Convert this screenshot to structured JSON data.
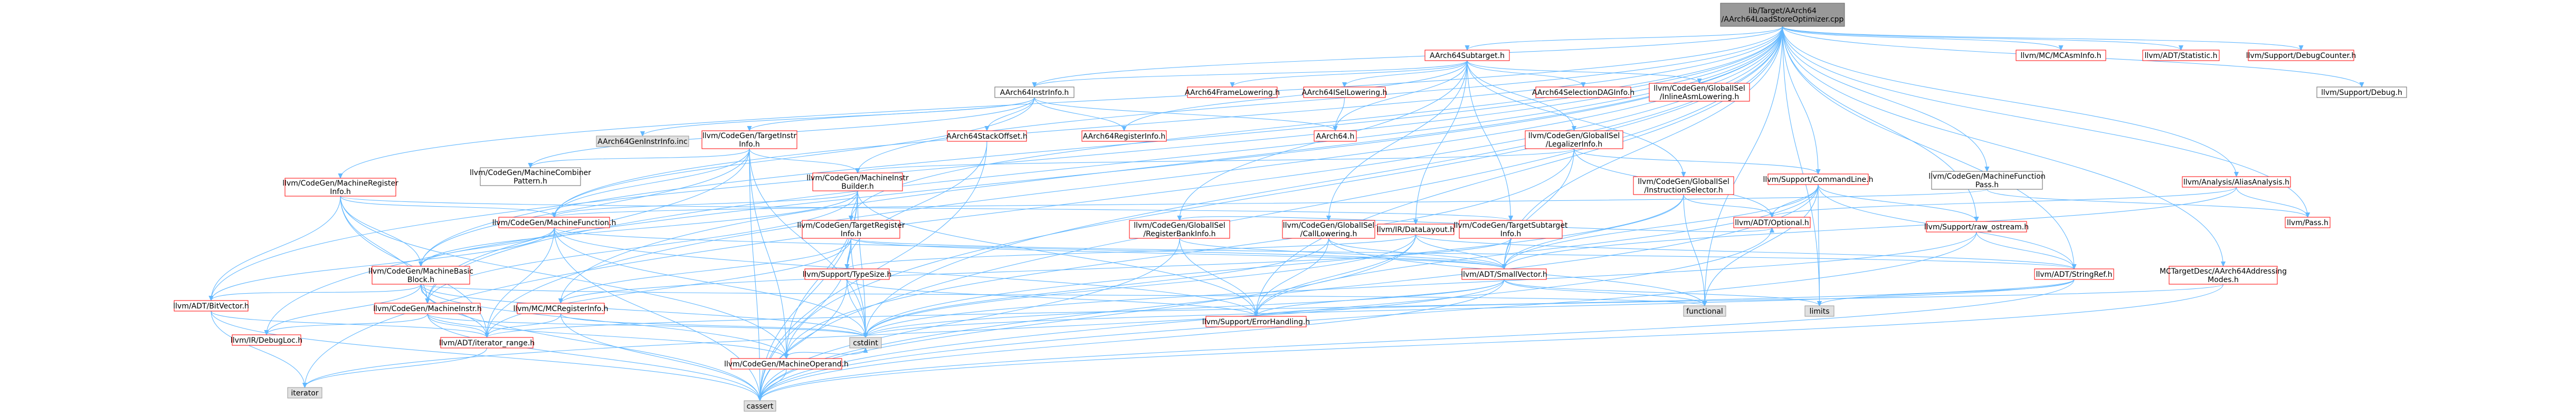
{
  "colors": {
    "edge": "#63b8ff",
    "node_border_red": "#ff0000",
    "node_fill_gray": "#e0e0e0",
    "root_fill": "#999999"
  },
  "nodes": [
    {
      "id": "root",
      "lines": [
        "lib/Target/AArch64",
        "/AArch64LoadStoreOptimizer.cpp"
      ],
      "style": "root"
    },
    {
      "id": "subtarget",
      "lines": [
        "AArch64Subtarget.h"
      ],
      "style": "red"
    },
    {
      "id": "mcasminfo",
      "lines": [
        "llvm/MC/MCAsmInfo.h"
      ],
      "style": "red"
    },
    {
      "id": "statistic",
      "lines": [
        "llvm/ADT/Statistic.h"
      ],
      "style": "red"
    },
    {
      "id": "debugcounter",
      "lines": [
        "llvm/Support/DebugCounter.h"
      ],
      "style": "red"
    },
    {
      "id": "supportdebug",
      "lines": [
        "llvm/Support/Debug.h"
      ],
      "style": "white"
    },
    {
      "id": "instrinfo",
      "lines": [
        "AArch64InstrInfo.h"
      ],
      "style": "white"
    },
    {
      "id": "framelowering",
      "lines": [
        "AArch64FrameLowering.h"
      ],
      "style": "red"
    },
    {
      "id": "isellowering",
      "lines": [
        "AArch64ISelLowering.h"
      ],
      "style": "red"
    },
    {
      "id": "seldag",
      "lines": [
        "AArch64SelectionDAGInfo.h"
      ],
      "style": "red"
    },
    {
      "id": "inlineasm",
      "lines": [
        "llvm/CodeGen/GlobalISel",
        "/InlineAsmLowering.h"
      ],
      "style": "red"
    },
    {
      "id": "geninstrinfo",
      "lines": [
        "AArch64GenInstrInfo.inc"
      ],
      "style": "gray"
    },
    {
      "id": "stackoffset",
      "lines": [
        "AArch64StackOffset.h"
      ],
      "style": "red"
    },
    {
      "id": "reginfo",
      "lines": [
        "AArch64RegisterInfo.h"
      ],
      "style": "red"
    },
    {
      "id": "aarch64h",
      "lines": [
        "AArch64.h"
      ],
      "style": "red"
    },
    {
      "id": "legalizer",
      "lines": [
        "llvm/CodeGen/GlobalISel",
        "/LegalizerInfo.h"
      ],
      "style": "red"
    },
    {
      "id": "tii",
      "lines": [
        "llvm/CodeGen/TargetInstr",
        "Info.h"
      ],
      "style": "red"
    },
    {
      "id": "mri",
      "lines": [
        "llvm/CodeGen/MachineRegister",
        "Info.h"
      ],
      "style": "red"
    },
    {
      "id": "combiner",
      "lines": [
        "llvm/CodeGen/MachineCombiner",
        "Pattern.h"
      ],
      "style": "white"
    },
    {
      "id": "mib",
      "lines": [
        "llvm/CodeGen/MachineInstr",
        "Builder.h"
      ],
      "style": "red"
    },
    {
      "id": "mfpass",
      "lines": [
        "llvm/CodeGen/MachineFunction",
        "Pass.h"
      ],
      "style": "white"
    },
    {
      "id": "cmdline",
      "lines": [
        "llvm/Support/CommandLine.h"
      ],
      "style": "red"
    },
    {
      "id": "isel",
      "lines": [
        "llvm/CodeGen/GlobalISel",
        "/InstructionSelector.h"
      ],
      "style": "red"
    },
    {
      "id": "aliasanalysis",
      "lines": [
        "llvm/Analysis/AliasAnalysis.h"
      ],
      "style": "red"
    },
    {
      "id": "mf",
      "lines": [
        "llvm/CodeGen/MachineFunction.h"
      ],
      "style": "red"
    },
    {
      "id": "tri",
      "lines": [
        "llvm/CodeGen/TargetRegister",
        "Info.h"
      ],
      "style": "red"
    },
    {
      "id": "rbi",
      "lines": [
        "llvm/CodeGen/GlobalISel",
        "/RegisterBankInfo.h"
      ],
      "style": "red"
    },
    {
      "id": "calllowering",
      "lines": [
        "llvm/CodeGen/GlobalISel",
        "/CallLowering.h"
      ],
      "style": "red"
    },
    {
      "id": "datalayout",
      "lines": [
        "llvm/IR/DataLayout.h"
      ],
      "style": "red"
    },
    {
      "id": "tsi",
      "lines": [
        "llvm/CodeGen/TargetSubtarget",
        "Info.h"
      ],
      "style": "red"
    },
    {
      "id": "optional",
      "lines": [
        "llvm/ADT/Optional.h"
      ],
      "style": "red"
    },
    {
      "id": "rawostream",
      "lines": [
        "llvm/Support/raw_ostream.h"
      ],
      "style": "red"
    },
    {
      "id": "pass",
      "lines": [
        "llvm/Pass.h"
      ],
      "style": "red"
    },
    {
      "id": "mbb",
      "lines": [
        "llvm/CodeGen/MachineBasic",
        "Block.h"
      ],
      "style": "red"
    },
    {
      "id": "typesize",
      "lines": [
        "llvm/Support/TypeSize.h"
      ],
      "style": "red"
    },
    {
      "id": "smallvector",
      "lines": [
        "llvm/ADT/SmallVector.h"
      ],
      "style": "red"
    },
    {
      "id": "stringref",
      "lines": [
        "llvm/ADT/StringRef.h"
      ],
      "style": "red"
    },
    {
      "id": "addrmodes",
      "lines": [
        "MCTargetDesc/AArch64Addressing",
        "Modes.h"
      ],
      "style": "red"
    },
    {
      "id": "bitvector",
      "lines": [
        "llvm/ADT/BitVector.h"
      ],
      "style": "red"
    },
    {
      "id": "mi",
      "lines": [
        "llvm/CodeGen/MachineInstr.h"
      ],
      "style": "red"
    },
    {
      "id": "mcreginfo",
      "lines": [
        "llvm/MC/MCRegisterInfo.h"
      ],
      "style": "red"
    },
    {
      "id": "functional",
      "lines": [
        "functional"
      ],
      "style": "gray"
    },
    {
      "id": "errorhandling",
      "lines": [
        "llvm/Support/ErrorHandling.h"
      ],
      "style": "red"
    },
    {
      "id": "limits",
      "lines": [
        "limits"
      ],
      "style": "gray"
    },
    {
      "id": "debugloc",
      "lines": [
        "llvm/IR/DebugLoc.h"
      ],
      "style": "red"
    },
    {
      "id": "iteratorrange",
      "lines": [
        "llvm/ADT/iterator_range.h"
      ],
      "style": "red"
    },
    {
      "id": "cstdint",
      "lines": [
        "cstdint"
      ],
      "style": "gray"
    },
    {
      "id": "mo",
      "lines": [
        "llvm/CodeGen/MachineOperand.h"
      ],
      "style": "red"
    },
    {
      "id": "iterator",
      "lines": [
        "iterator"
      ],
      "style": "gray"
    },
    {
      "id": "cassert",
      "lines": [
        "cassert"
      ],
      "style": "gray"
    }
  ],
  "edges": [
    [
      "root",
      "subtarget"
    ],
    [
      "root",
      "mcasminfo"
    ],
    [
      "root",
      "statistic"
    ],
    [
      "root",
      "debugcounter"
    ],
    [
      "root",
      "supportdebug"
    ],
    [
      "root",
      "instrinfo"
    ],
    [
      "root",
      "aliasanalysis"
    ],
    [
      "root",
      "pass"
    ],
    [
      "root",
      "mfpass"
    ],
    [
      "root",
      "cmdline"
    ],
    [
      "root",
      "addrmodes"
    ],
    [
      "root",
      "mri"
    ],
    [
      "root",
      "mf"
    ],
    [
      "root",
      "mbb"
    ],
    [
      "root",
      "mi"
    ],
    [
      "root",
      "mo"
    ],
    [
      "root",
      "mib"
    ],
    [
      "root",
      "tri"
    ],
    [
      "root",
      "mcreginfo"
    ],
    [
      "root",
      "debugloc"
    ],
    [
      "root",
      "iteratorrange"
    ],
    [
      "root",
      "smallvector"
    ],
    [
      "root",
      "stringref"
    ],
    [
      "root",
      "bitvector"
    ],
    [
      "root",
      "cassert"
    ],
    [
      "root",
      "cstdint"
    ],
    [
      "root",
      "functional"
    ],
    [
      "root",
      "iterator"
    ],
    [
      "root",
      "limits"
    ],
    [
      "root",
      "rawostream"
    ],
    [
      "root",
      "errorhandling"
    ],
    [
      "subtarget",
      "instrinfo"
    ],
    [
      "subtarget",
      "framelowering"
    ],
    [
      "subtarget",
      "isellowering"
    ],
    [
      "subtarget",
      "seldag"
    ],
    [
      "subtarget",
      "inlineasm"
    ],
    [
      "subtarget",
      "reginfo"
    ],
    [
      "subtarget",
      "legalizer"
    ],
    [
      "subtarget",
      "calllowering"
    ],
    [
      "subtarget",
      "rbi"
    ],
    [
      "subtarget",
      "isel"
    ],
    [
      "subtarget",
      "tsi"
    ],
    [
      "subtarget",
      "datalayout"
    ],
    [
      "subtarget",
      "aarch64h"
    ],
    [
      "instrinfo",
      "geninstrinfo"
    ],
    [
      "instrinfo",
      "stackoffset"
    ],
    [
      "instrinfo",
      "reginfo"
    ],
    [
      "instrinfo",
      "aarch64h"
    ],
    [
      "instrinfo",
      "tii"
    ],
    [
      "instrinfo",
      "combiner"
    ],
    [
      "instrinfo",
      "mf"
    ],
    [
      "isellowering",
      "aarch64h"
    ],
    [
      "stackoffset",
      "typesize"
    ],
    [
      "stackoffset",
      "cassert"
    ],
    [
      "legalizer",
      "mib"
    ],
    [
      "legalizer",
      "smallvector"
    ],
    [
      "legalizer",
      "cmdline"
    ],
    [
      "legalizer",
      "optional"
    ],
    [
      "legalizer",
      "mo"
    ],
    [
      "tii",
      "mib"
    ],
    [
      "tii",
      "mbb"
    ],
    [
      "tii",
      "mf"
    ],
    [
      "tii",
      "mi"
    ],
    [
      "tii",
      "mo"
    ],
    [
      "tii",
      "combiner"
    ],
    [
      "tii",
      "cassert"
    ],
    [
      "tii",
      "cstdint"
    ],
    [
      "mri",
      "mf"
    ],
    [
      "mri",
      "mbb"
    ],
    [
      "mri",
      "mi"
    ],
    [
      "mri",
      "mo"
    ],
    [
      "mri",
      "tsi"
    ],
    [
      "mri",
      "bitvector"
    ],
    [
      "mri",
      "iteratorrange"
    ],
    [
      "mib",
      "mf"
    ],
    [
      "mib",
      "mbb"
    ],
    [
      "mib",
      "mi"
    ],
    [
      "mib",
      "mo"
    ],
    [
      "mib",
      "tri"
    ],
    [
      "mib",
      "errorhandling"
    ],
    [
      "mib",
      "cassert"
    ],
    [
      "mib",
      "cstdint"
    ],
    [
      "mfpass",
      "pass"
    ],
    [
      "mfpass",
      "mf"
    ],
    [
      "cmdline",
      "optional"
    ],
    [
      "cmdline",
      "rawostream"
    ],
    [
      "cmdline",
      "smallvector"
    ],
    [
      "cmdline",
      "stringref"
    ],
    [
      "cmdline",
      "errorhandling"
    ],
    [
      "cmdline",
      "functional"
    ],
    [
      "cmdline",
      "cassert"
    ],
    [
      "cmdline",
      "limits"
    ],
    [
      "isel",
      "optional"
    ],
    [
      "isel",
      "smallvector"
    ],
    [
      "isel",
      "functional"
    ],
    [
      "isel",
      "cstdint"
    ],
    [
      "aliasanalysis",
      "pass"
    ],
    [
      "aliasanalysis",
      "smallvector"
    ],
    [
      "aliasanalysis",
      "optional"
    ],
    [
      "mf",
      "mbb"
    ],
    [
      "mf",
      "smallvector"
    ],
    [
      "mf",
      "errorhandling"
    ],
    [
      "mf",
      "cassert"
    ],
    [
      "mf",
      "cstdint"
    ],
    [
      "mf",
      "bitvector"
    ],
    [
      "mf",
      "iteratorrange"
    ],
    [
      "tri",
      "mcreginfo"
    ],
    [
      "tri",
      "smallvector"
    ],
    [
      "tri",
      "stringref"
    ],
    [
      "tri",
      "iteratorrange"
    ],
    [
      "tri",
      "typesize"
    ],
    [
      "tri",
      "cassert"
    ],
    [
      "tri",
      "cstdint"
    ],
    [
      "rbi",
      "smallvector"
    ],
    [
      "rbi",
      "errorhandling"
    ],
    [
      "rbi",
      "cassert"
    ],
    [
      "rbi",
      "optional"
    ],
    [
      "calllowering",
      "smallvector"
    ],
    [
      "calllowering",
      "errorhandling"
    ],
    [
      "calllowering",
      "functional"
    ],
    [
      "calllowering",
      "cstdint"
    ],
    [
      "datalayout",
      "smallvector"
    ],
    [
      "datalayout",
      "stringref"
    ],
    [
      "datalayout",
      "typesize"
    ],
    [
      "datalayout",
      "errorhandling"
    ],
    [
      "datalayout",
      "cassert"
    ],
    [
      "datalayout",
      "cstdint"
    ],
    [
      "tsi",
      "smallvector"
    ],
    [
      "tsi",
      "mcreginfo"
    ],
    [
      "optional",
      "cassert"
    ],
    [
      "rawostream",
      "stringref"
    ],
    [
      "rawostream",
      "cassert"
    ],
    [
      "rawostream",
      "cstdint"
    ],
    [
      "mbb",
      "mi"
    ],
    [
      "mbb",
      "mo"
    ],
    [
      "mbb",
      "debugloc"
    ],
    [
      "mbb",
      "iteratorrange"
    ],
    [
      "mbb",
      "bitvector"
    ],
    [
      "mbb",
      "cassert"
    ],
    [
      "mbb",
      "cstdint"
    ],
    [
      "mbb",
      "functional"
    ],
    [
      "typesize",
      "errorhandling"
    ],
    [
      "typesize",
      "cstdint"
    ],
    [
      "typesize",
      "cassert"
    ],
    [
      "smallvector",
      "errorhandling"
    ],
    [
      "smallvector",
      "cassert"
    ],
    [
      "smallvector",
      "cstdint"
    ],
    [
      "smallvector",
      "functional"
    ],
    [
      "smallvector",
      "iterator"
    ],
    [
      "smallvector",
      "limits"
    ],
    [
      "stringref",
      "iteratorrange"
    ],
    [
      "stringref",
      "cassert"
    ],
    [
      "stringref",
      "cstdint"
    ],
    [
      "stringref",
      "limits"
    ],
    [
      "addrmodes",
      "errorhandling"
    ],
    [
      "addrmodes",
      "cassert"
    ],
    [
      "bitvector",
      "iteratorrange"
    ],
    [
      "bitvector",
      "cassert"
    ],
    [
      "bitvector",
      "iterator"
    ],
    [
      "mi",
      "mo"
    ],
    [
      "mi",
      "debugloc"
    ],
    [
      "mi",
      "iteratorrange"
    ],
    [
      "mi",
      "cassert"
    ],
    [
      "mi",
      "cstdint"
    ],
    [
      "mcreginfo",
      "iteratorrange"
    ],
    [
      "mcreginfo",
      "cassert"
    ],
    [
      "mcreginfo",
      "cstdint"
    ],
    [
      "iteratorrange",
      "iterator"
    ],
    [
      "mo",
      "cassert"
    ],
    [
      "mo",
      "cstdint"
    ]
  ]
}
